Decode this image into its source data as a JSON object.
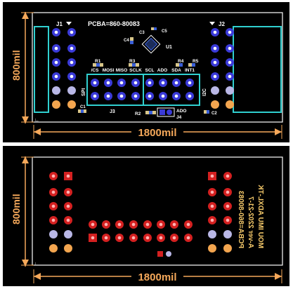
{
  "colors": {
    "background": "#000000",
    "board_outline": "#ffffff",
    "dimension": "#f5a85a",
    "header_outline": "#30d0d0",
    "pad_top": "#3a3ad8",
    "pad_bottom": "#d42020",
    "pad_gnd": "#b9b7e6",
    "pad_power": "#f3a54f",
    "bottom_text": "#f5c96a"
  },
  "top_view": {
    "dimension_horizontal": "1800mil",
    "dimension_vertical": "800mil",
    "part_number": "PCBA=860-80083",
    "labels": {
      "j1": "J1",
      "j2": "J2",
      "j3": "J3",
      "j4": "J4",
      "u1": "U1",
      "c1": "C1",
      "c2": "C2",
      "c3": "C3",
      "c4": "C4",
      "c5": "C5",
      "r1": "R1",
      "r2": "R2",
      "r3": "R3",
      "r4": "R4",
      "r5": "R5",
      "spi": "SPI",
      "i2c": "I2C",
      "ado_jumper": "ADO"
    },
    "header_pin_labels": [
      "/CS",
      "MOSI",
      "MISO",
      "SCLK",
      "SCL",
      "ADO",
      "SDA",
      "INT1"
    ]
  },
  "bottom_view": {
    "dimension_horizontal": "1800mil",
    "dimension_vertical": "800mil",
    "mirrored_text": [
      "PCBA=860-80083",
      "A-ver 2202-21-7",
      "MOU IMU ADXL-TK"
    ]
  }
}
